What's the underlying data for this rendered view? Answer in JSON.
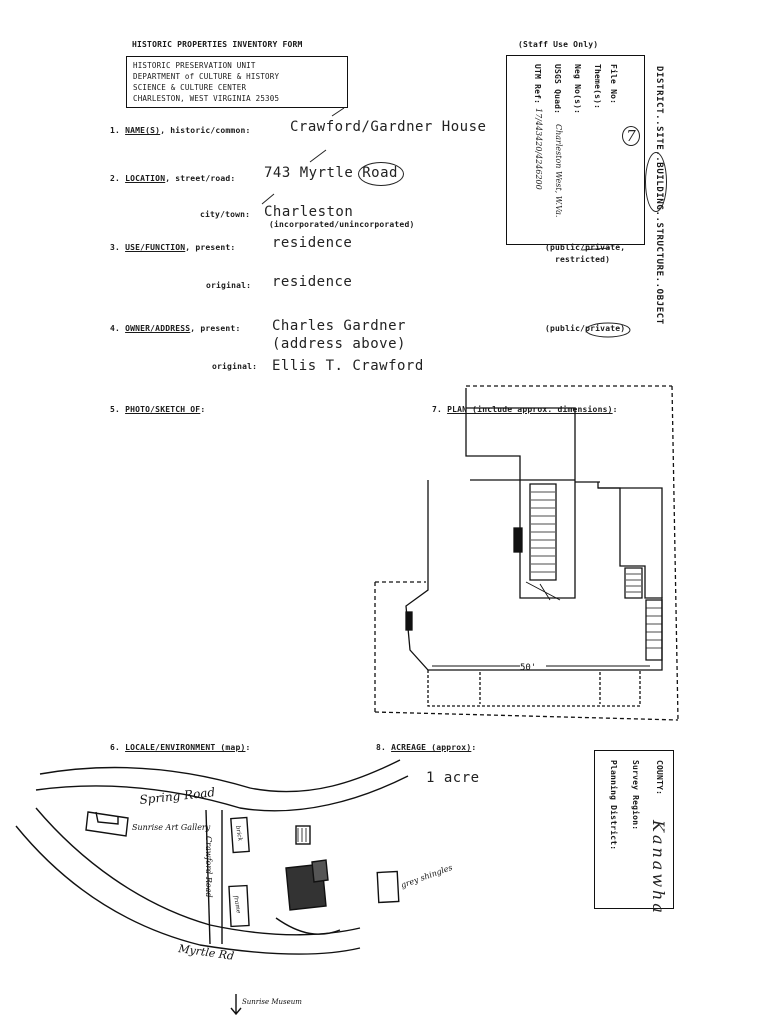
{
  "header": {
    "form_title": "HISTORIC PROPERTIES INVENTORY FORM",
    "staff_only": "(Staff Use Only)",
    "agency_lines": [
      "HISTORIC PRESERVATION UNIT",
      "DEPARTMENT of CULTURE & HISTORY",
      "SCIENCE & CULTURE CENTER",
      "CHARLESTON, WEST VIRGINIA  25305"
    ]
  },
  "staff_box": {
    "file_no_label": "File No:",
    "file_no_value": "7",
    "theme_label": "Theme(s):",
    "neg_label": "Neg No(s):",
    "usgs_label": "USGS Quad:",
    "usgs_value": "Charleston West, W.Va.",
    "utm_label": "UTM Ref:",
    "utm_value": "17/443420/4246200",
    "category_text": "DISTRICT..SITE..BUILDING..STRUCTURE..OBJECT"
  },
  "fields": {
    "name": {
      "num": "1.",
      "label": "NAME(S)",
      "suffix": ", historic/common:",
      "value": "Crawford/Gardner House"
    },
    "location": {
      "num": "2.",
      "label": "LOCATION",
      "suffix": ", street/road:",
      "value": "743 Myrtle Road"
    },
    "city": {
      "label": "city/town:",
      "value": "Charleston",
      "note": "(incorporated/unincorporated)"
    },
    "use": {
      "num": "3.",
      "label": "USE/FUNCTION",
      "suffix": ", present:",
      "value": "residence",
      "note": "(public/private,",
      "note2": "restricted)"
    },
    "use_original": {
      "label": "original:",
      "value": "residence"
    },
    "owner": {
      "num": "4.",
      "label": "OWNER/ADDRESS",
      "suffix": ", present:",
      "value": "Charles Gardner",
      "value2": "(address above)",
      "note": "(public/private)"
    },
    "owner_original": {
      "label": "original:",
      "value": "Ellis T. Crawford"
    },
    "photo": {
      "num": "5.",
      "label": "PHOTO/SKETCH OF",
      "suffix": ":"
    },
    "plan": {
      "num": "7.",
      "label": "PLAN (include approx. dimensions)",
      "suffix": ":",
      "dimension": "50'"
    },
    "locale": {
      "num": "6.",
      "label": "LOCALE/ENVIRONMENT (map)",
      "suffix": ":"
    },
    "acreage": {
      "num": "8.",
      "label": "ACREAGE (approx)",
      "suffix": ":",
      "value": "1 acre"
    }
  },
  "county_box": {
    "county_label": "COUNTY:",
    "county_value": "Kanawha",
    "survey_label": "Survey Region:",
    "planning_label": "Planning District:"
  },
  "map_labels": {
    "spring_road": "Spring Road",
    "sunrise_gallery": "Sunrise Art Gallery",
    "crawford_road": "Crawford Road",
    "brick": "brick",
    "frame": "frame",
    "grey_shingles": "grey shingles",
    "myrtle_road": "Myrtle Rd",
    "sunrise_museum": "Sunrise Museum"
  }
}
